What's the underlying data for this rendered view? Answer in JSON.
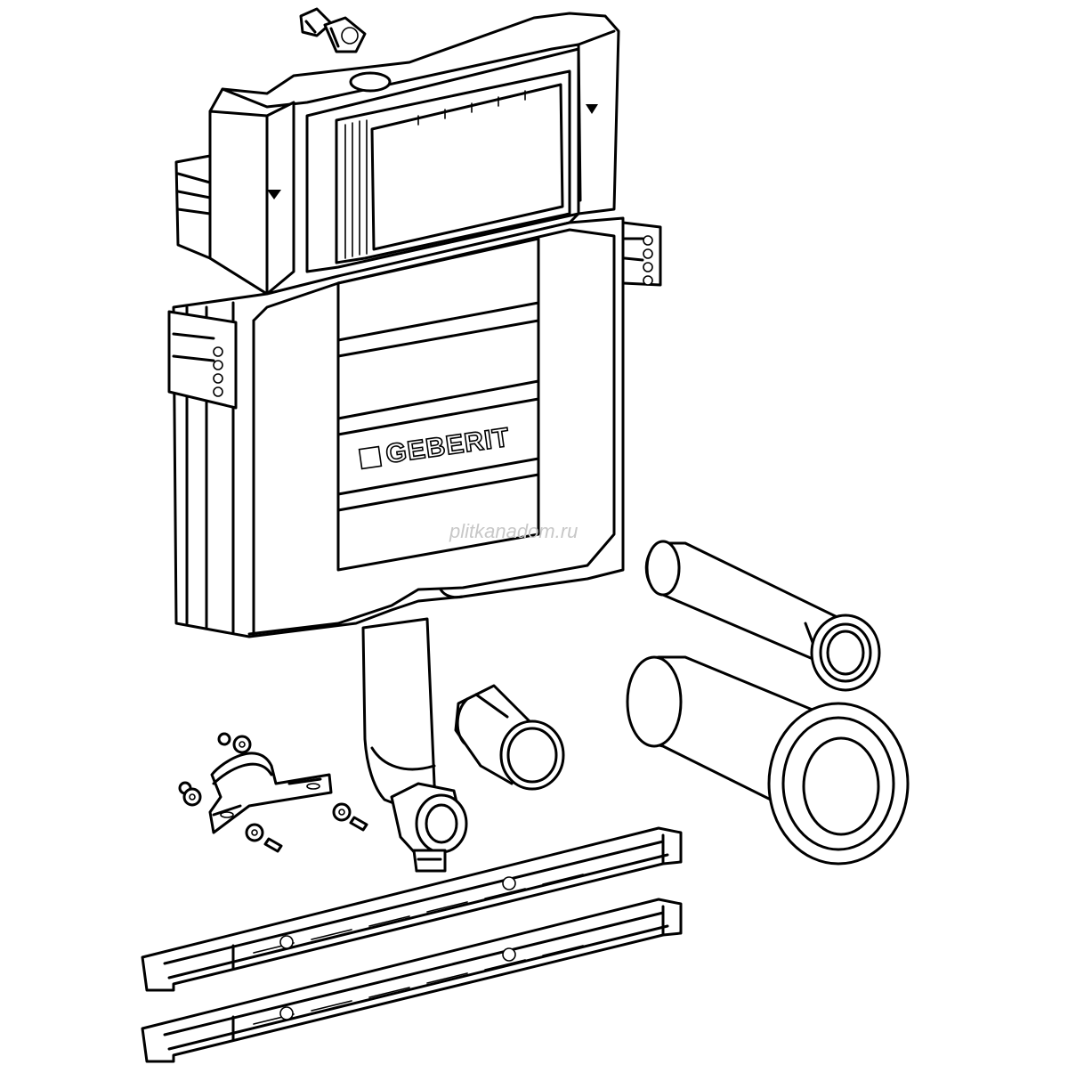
{
  "diagram": {
    "brand_text": "GEBERIT",
    "watermark": "plitkanadom.ru",
    "colors": {
      "line": "#000000",
      "background": "#ffffff",
      "watermark": "#c8c8c8"
    },
    "components": [
      "cistern",
      "valve-fitting",
      "flush-pipe-bend",
      "pipe-connector",
      "connection-pipe",
      "wc-connection-bend",
      "fixing-clamp",
      "screws",
      "fixing-rails"
    ]
  }
}
